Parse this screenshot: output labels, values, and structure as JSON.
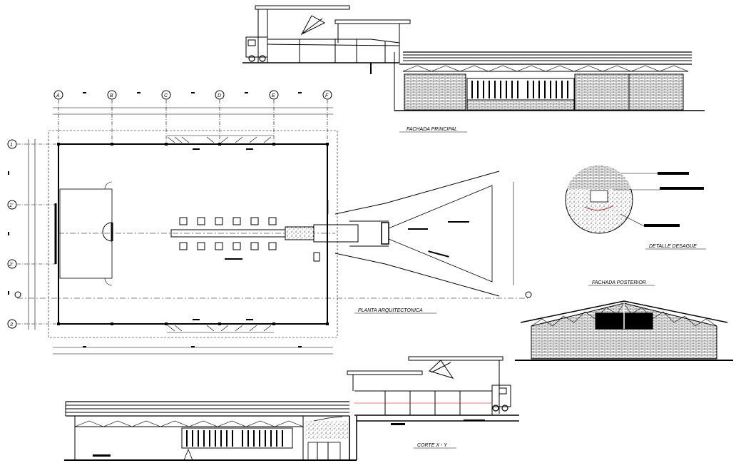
{
  "labels": {
    "fachada_principal": "FACHADA PRINCIPAL",
    "planta_arquitectonica": "PLANTA ARQUITECTONICA",
    "detalle_desague": "DETALLE DESAGUE",
    "fachada_posterior": "FACHADA POSTERIOR",
    "corte": "CORTE X - Y"
  },
  "grid_axes": {
    "columns": [
      "A",
      "B",
      "C",
      "D",
      "E",
      "F"
    ],
    "rows": [
      "1",
      "1'",
      "2'",
      "3"
    ]
  },
  "colors": {
    "line": "#000000",
    "accent": "#cc0000",
    "background": "#ffffff"
  }
}
